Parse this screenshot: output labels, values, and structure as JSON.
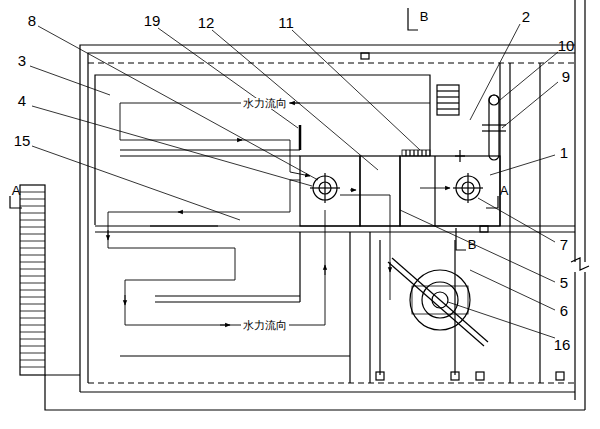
{
  "diagram": {
    "labels": [
      "8",
      "19",
      "12",
      "11",
      "2",
      "10",
      "9",
      "1",
      "3",
      "4",
      "15",
      "7",
      "5",
      "6",
      "16",
      "水力流向",
      "水力流向",
      "A",
      "A",
      "B",
      "B"
    ]
  }
}
